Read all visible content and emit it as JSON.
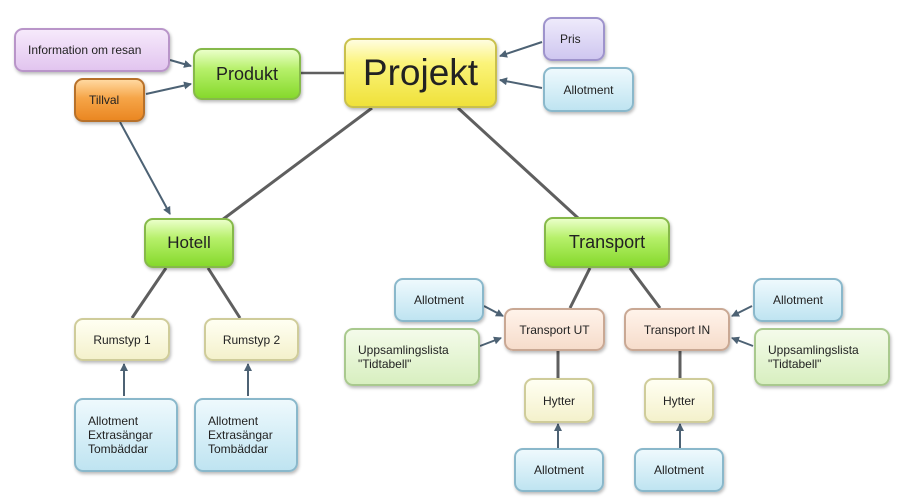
{
  "diagram": {
    "root": "Projekt",
    "produkt": "Produkt",
    "information_om_resan": "Information om resan",
    "tillval": "Tillval",
    "pris": "Pris",
    "allotment_projekt": "Allotment",
    "hotell": "Hotell",
    "transport": "Transport",
    "rumstyp_1": "Rumstyp 1",
    "rumstyp_2": "Rumstyp 2",
    "rumstyp_1_details": "Allotment\nExtrasängar\nTombäddar",
    "rumstyp_2_details": "Allotment\nExtrasängar\nTombäddar",
    "transport_ut": "Transport UT",
    "transport_in": "Transport IN",
    "allotment_ut": "Allotment",
    "allotment_in": "Allotment",
    "uppsamlingslista_ut": "Uppsamlingslista\n\"Tidtabell\"",
    "uppsamlingslista_in": "Uppsamlingslista\n\"Tidtabell\"",
    "hytter_ut": "Hytter",
    "hytter_in": "Hytter",
    "allotment_hytter_ut": "Allotment",
    "allotment_hytter_in": "Allotment"
  },
  "colors": {
    "line": "#5f5f5f",
    "arrow": "#4d6274"
  }
}
